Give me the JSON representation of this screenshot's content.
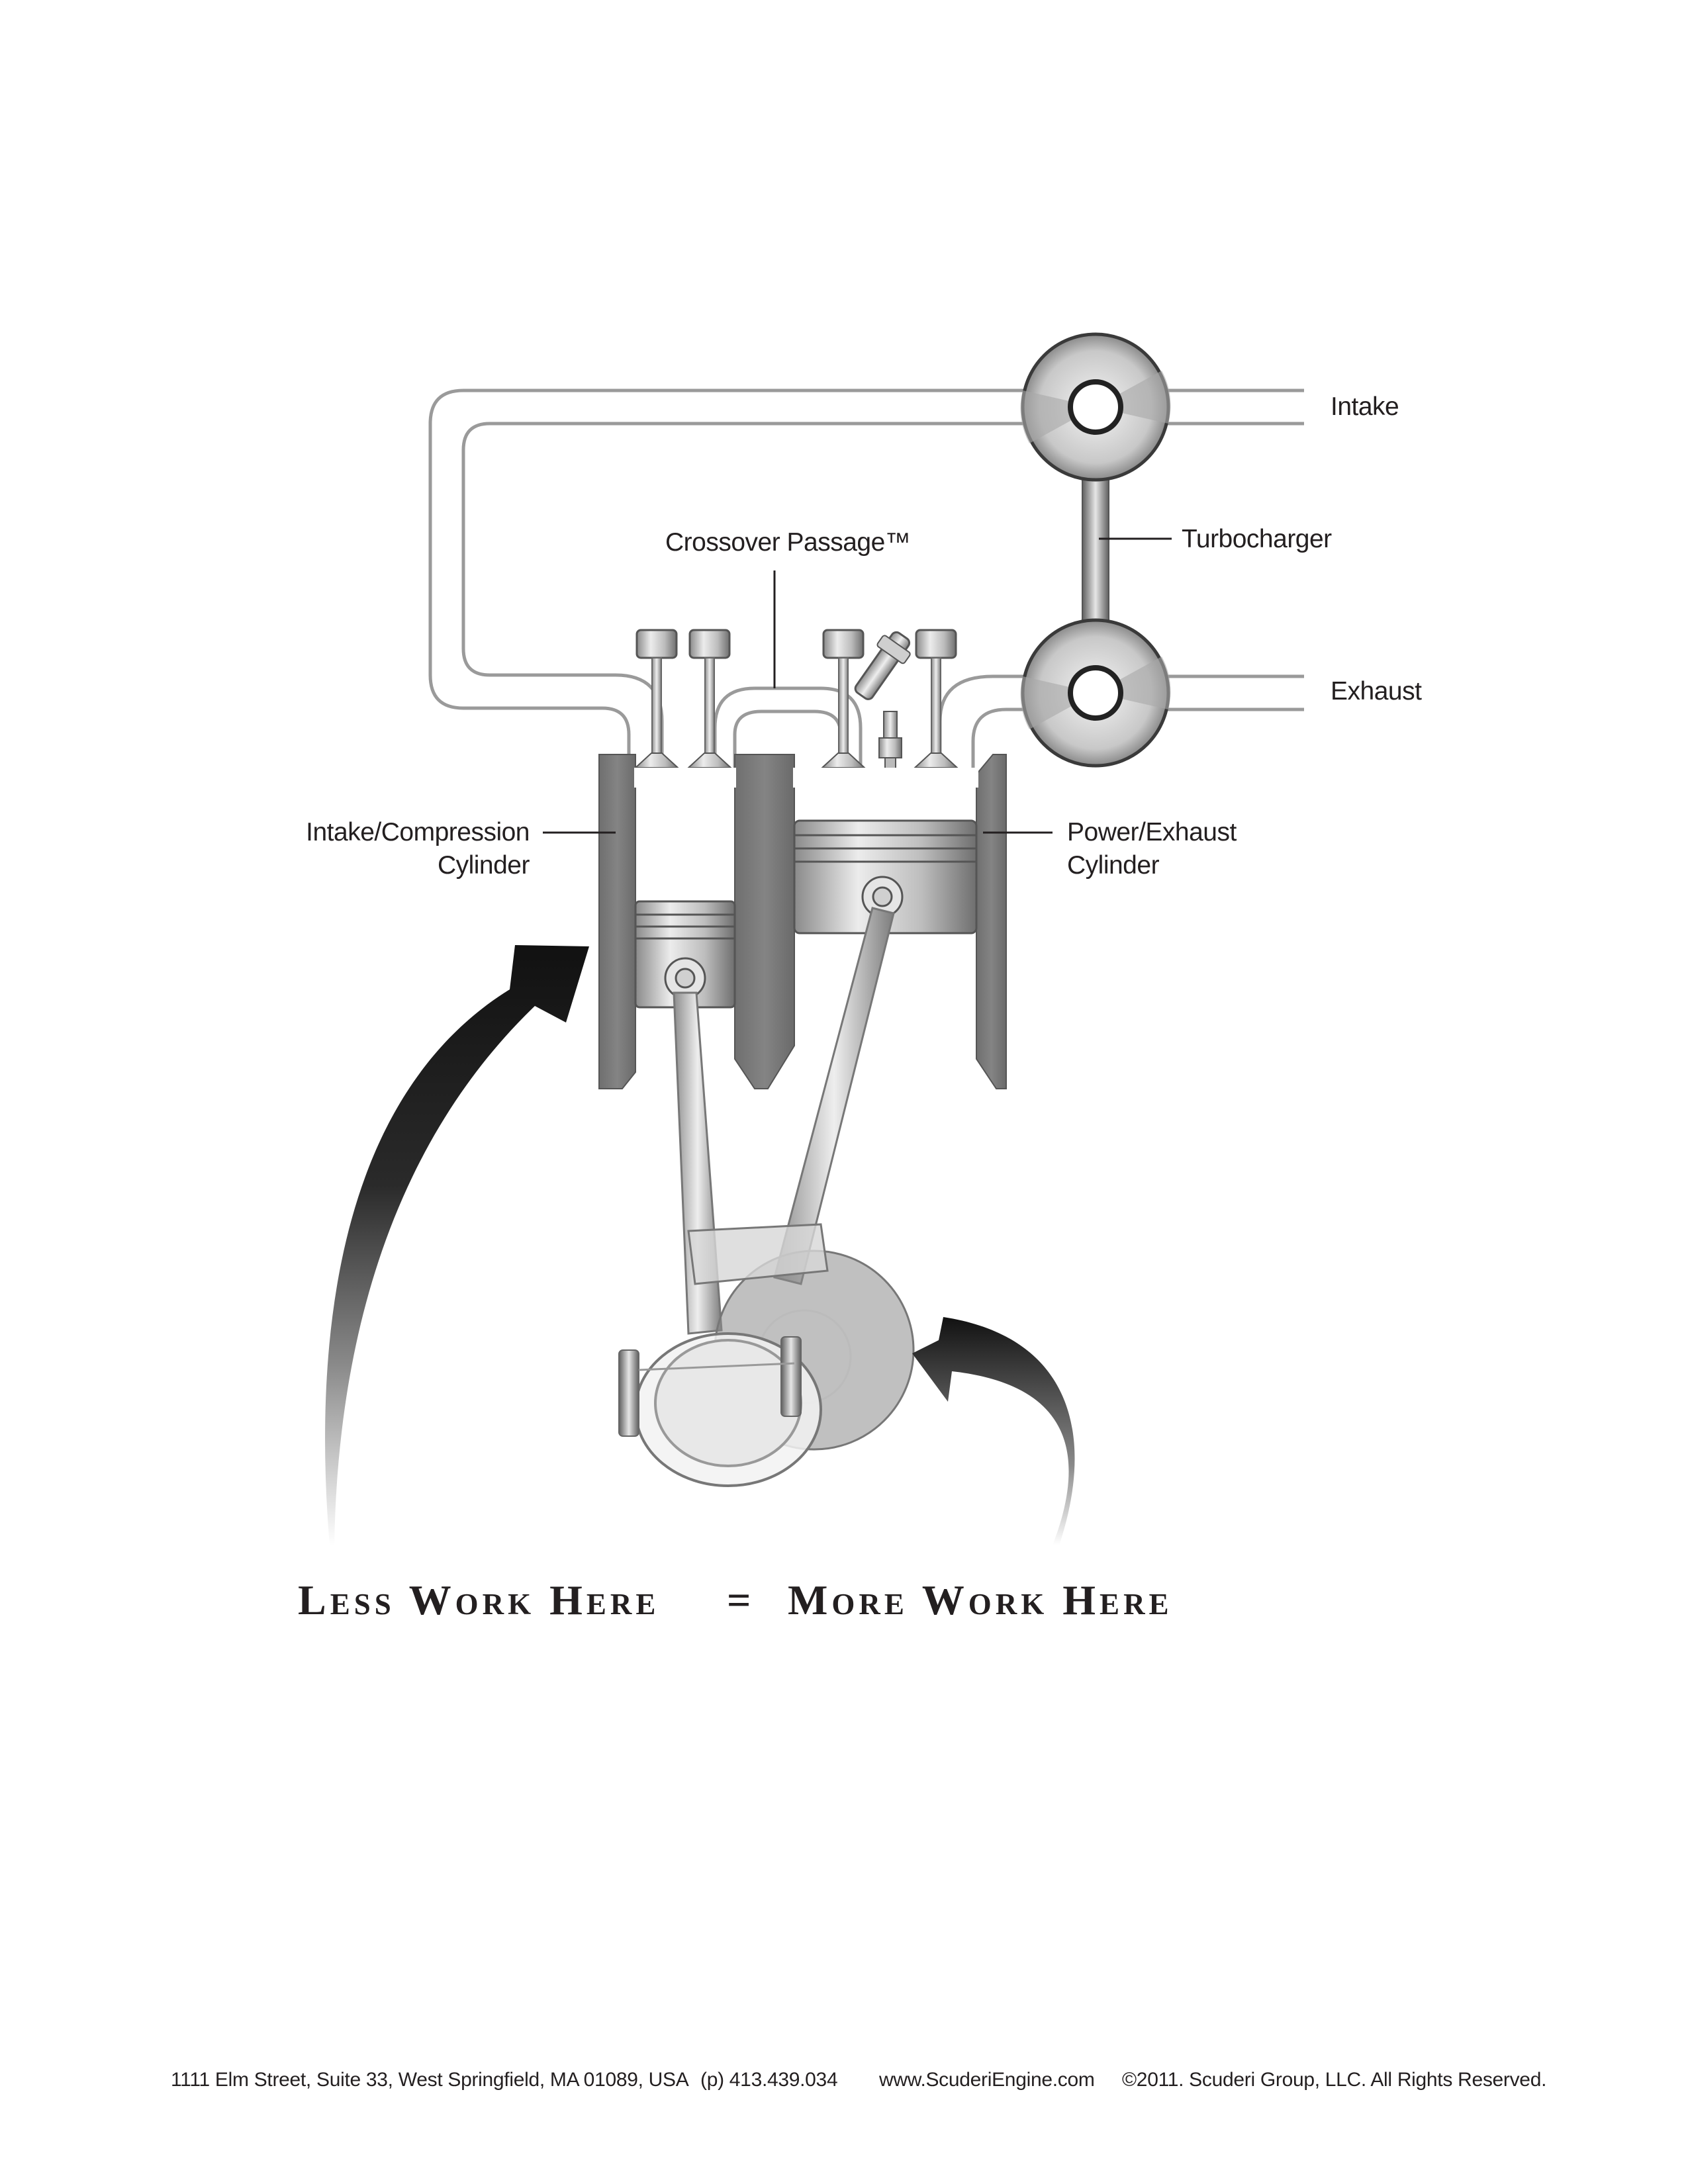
{
  "labels": {
    "intake": "Intake",
    "turbocharger": "Turbocharger",
    "exhaust": "Exhaust",
    "crossover": "Crossover Passage™",
    "intake_cylinder_line1": "Intake/Compression",
    "intake_cylinder_line2": "Cylinder",
    "power_cylinder_line1": "Power/Exhaust",
    "power_cylinder_line2": "Cylinder"
  },
  "tagline": {
    "left": "Less Work Here",
    "equals": "=",
    "right": "More Work Here"
  },
  "footer": {
    "address": "1111 Elm Street, Suite 33, West Springfield, MA 01089, USA",
    "phone": "(p) 413.439.034",
    "website": "www.ScuderiEngine.com",
    "copyright": "©2011. Scuderi Group, LLC. All Rights Reserved."
  }
}
